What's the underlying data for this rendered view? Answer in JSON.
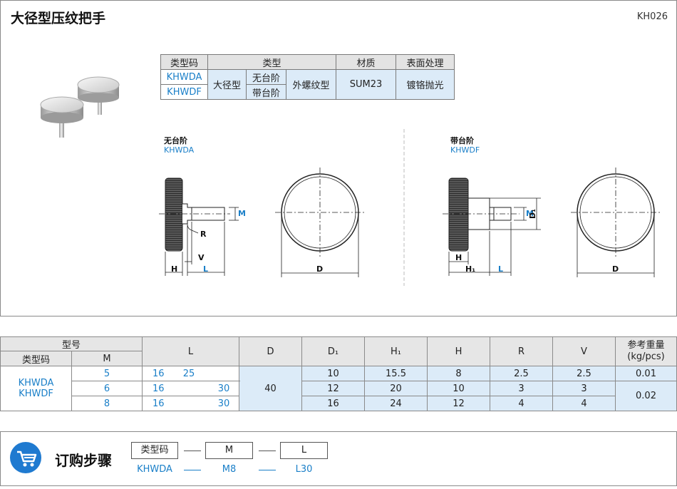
{
  "header": {
    "title": "大径型压纹把手",
    "code": "KH026"
  },
  "type_table": {
    "headers": [
      "类型码",
      "类型",
      "材质",
      "表面处理"
    ],
    "codes": [
      "KHWDA",
      "KHWDF"
    ],
    "type_main": "大径型",
    "type_sub": [
      "无台阶",
      "带台阶"
    ],
    "thread": "外螺纹型",
    "material": "SUM23",
    "surface": "镀铬抛光"
  },
  "views": {
    "left": {
      "title": "无台阶",
      "code": "KHWDA"
    },
    "right": {
      "title": "带台阶",
      "code": "KHWDF"
    }
  },
  "dims": {
    "M": "M",
    "R": "R",
    "V": "V",
    "H": "H",
    "L": "L",
    "D": "D",
    "D1": "D₁",
    "H1": "H₁"
  },
  "spec_table": {
    "model": "型号",
    "code": "类型码",
    "M": "M",
    "L": "L",
    "D": "D",
    "D1": "D₁",
    "H1": "H₁",
    "H": "H",
    "R": "R",
    "V": "V",
    "weight_line1": "参考重量",
    "weight_line2": "(kg/pcs)",
    "code_values": [
      "KHWDA",
      "KHWDF"
    ],
    "D_value": "40",
    "rows": [
      {
        "M": "5",
        "L1": "16",
        "L2": "25",
        "D1": "10",
        "H1": "15.5",
        "H": "8",
        "R": "2.5",
        "V": "2.5"
      },
      {
        "M": "6",
        "L1": "16",
        "L2": "30",
        "D1": "12",
        "H1": "20",
        "H": "10",
        "R": "3",
        "V": "3"
      },
      {
        "M": "8",
        "L1": "16",
        "L2": "30",
        "D1": "16",
        "H1": "24",
        "H": "12",
        "R": "4",
        "V": "4"
      }
    ],
    "weights": [
      "0.01",
      "0.02"
    ]
  },
  "order": {
    "title": "订购步骤",
    "fields": [
      "类型码",
      "M",
      "L"
    ],
    "values": [
      "KHWDA",
      "M8",
      "L30"
    ]
  }
}
